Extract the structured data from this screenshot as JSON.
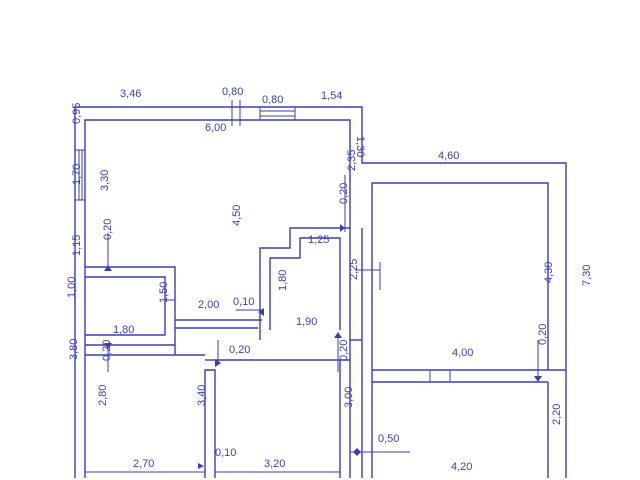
{
  "labels": [
    "3,46",
    "0,80",
    "0,80",
    "1,54",
    "6,00",
    "0,95",
    "1,30",
    "4,60",
    "1,70",
    "3,30",
    "2,35",
    "0,20",
    "4,50",
    "0,20",
    "1,25",
    "1,15",
    "2,25",
    "4,30",
    "7,30",
    "1,00",
    "1,50",
    "2,00",
    "0,10",
    "1,80",
    "1,80",
    "1,90",
    "3,80",
    "0,20",
    "0,20",
    "4,00",
    "0,20",
    "0,20",
    "2,80",
    "3,40",
    "3,00",
    "0,50",
    "2,20",
    "2,70",
    "0,10",
    "3,20",
    "4,20"
  ]
}
